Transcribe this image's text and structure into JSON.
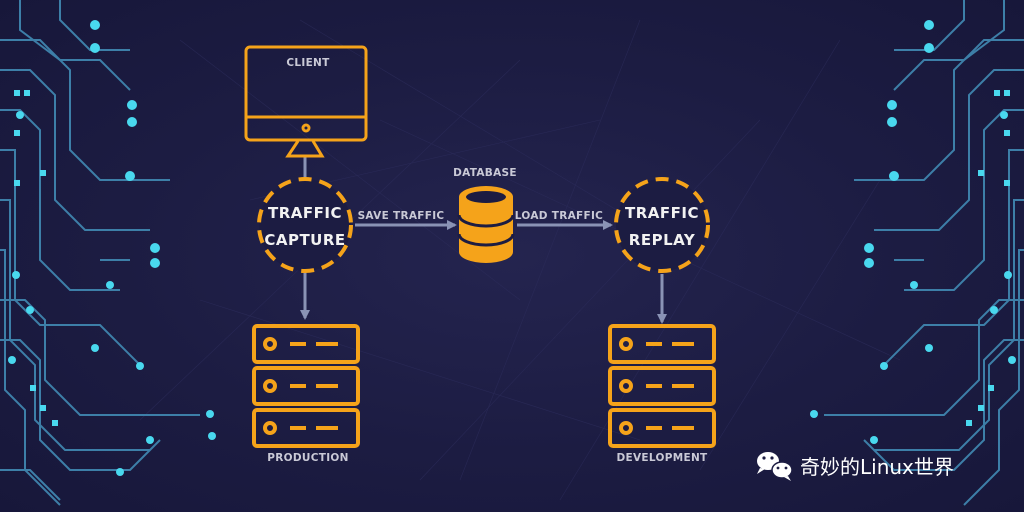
{
  "labels": {
    "client": "CLIENT",
    "database": "DATABASE",
    "save_traffic": "SAVE TRAFFIC",
    "load_traffic": "LOAD TRAFFIC",
    "production": "PRODUCTION",
    "development": "DEVELOPMENT"
  },
  "nodes": {
    "capture_line1": "TRAFFIC",
    "capture_line2": "CAPTURE",
    "replay_line1": "TRAFFIC",
    "replay_line2": "REPLAY"
  },
  "watermark": {
    "text": "奇妙的Linux世界",
    "icon": "wechat-icon"
  },
  "colors": {
    "background": "#1c1c42",
    "accent": "#f5a31a",
    "arrow": "#8a93b5",
    "circuit": "#3d7fa8",
    "circuit_dot": "#49d8ee"
  }
}
